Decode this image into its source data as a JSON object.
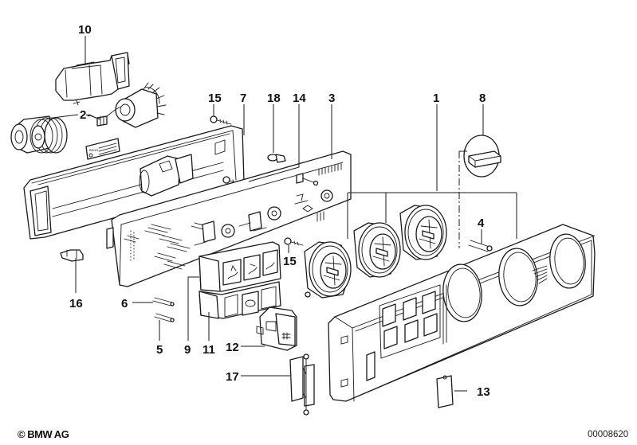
{
  "diagram": {
    "title": "Heater / air conditioning control panel — exploded view",
    "callouts": [
      {
        "id": "c10",
        "label": "10",
        "part": "knob-holder-frame"
      },
      {
        "id": "c2",
        "label": "2",
        "part": "rotary-switch-assembly"
      },
      {
        "id": "c15a",
        "label": "15",
        "part": "screw-top"
      },
      {
        "id": "c7",
        "label": "7",
        "part": "carrier-frame"
      },
      {
        "id": "c18",
        "label": "18",
        "part": "bulb"
      },
      {
        "id": "c14",
        "label": "14",
        "part": "screw"
      },
      {
        "id": "c3",
        "label": "3",
        "part": "circuit-board"
      },
      {
        "id": "c1",
        "label": "1",
        "part": "rotary-knob-set"
      },
      {
        "id": "c8",
        "label": "8",
        "part": "control-knob"
      },
      {
        "id": "c4",
        "label": "4",
        "part": "pin"
      },
      {
        "id": "c15b",
        "label": "15",
        "part": "screw-middle"
      },
      {
        "id": "c16",
        "label": "16",
        "part": "connector-clip"
      },
      {
        "id": "c6",
        "label": "6",
        "part": "contact-pin-6"
      },
      {
        "id": "c5",
        "label": "5",
        "part": "contact-pin-5"
      },
      {
        "id": "c9",
        "label": "9",
        "part": "upper-switch-block"
      },
      {
        "id": "c11",
        "label": "11",
        "part": "lower-switch-block"
      },
      {
        "id": "c12",
        "label": "12",
        "part": "rear-window-defrost-switch"
      },
      {
        "id": "c17",
        "label": "17",
        "part": "hinge-bracket"
      },
      {
        "id": "c13",
        "label": "13",
        "part": "blanking-cover"
      }
    ],
    "nameplate_brand": "BEHR"
  },
  "footer": {
    "copyright": "© BMW AG",
    "diagram_id": "00008620"
  }
}
